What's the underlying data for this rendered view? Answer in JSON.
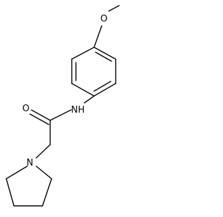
{
  "structure": {
    "atoms": {
      "methoxy_oxygen": "O",
      "carbonyl_oxygen": "O",
      "amide_nitrogen": "NH",
      "pyrrolidine_nitrogen": "N"
    },
    "colors": {
      "background": "#ffffff",
      "ink": "#000000"
    }
  }
}
